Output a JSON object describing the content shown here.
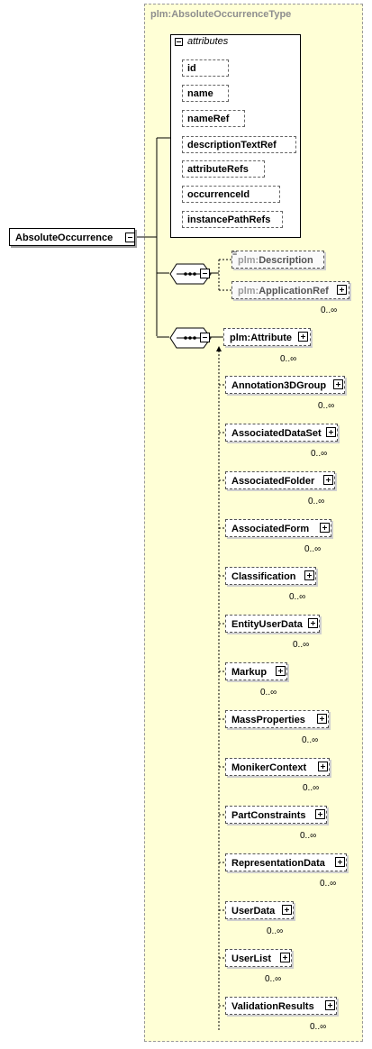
{
  "type_name": "plm:AbsoluteOccurrenceType",
  "root_element": "AbsoluteOccurrence",
  "attributes": {
    "header": "attributes",
    "items": [
      "id",
      "name",
      "nameRef",
      "descriptionTextRef",
      "attributeRefs",
      "occurrenceId",
      "instancePathRefs"
    ]
  },
  "sequence1": {
    "children": [
      {
        "prefix": "plm:",
        "name": "Description",
        "occurrence": ""
      },
      {
        "prefix": "plm:",
        "name": "ApplicationRef",
        "occurrence": "0..∞"
      }
    ]
  },
  "sequence2": {
    "head": {
      "name": "plm:Attribute",
      "occurrence": "0..∞"
    },
    "substitutions": [
      {
        "name": "Annotation3DGroup",
        "occurrence": "0..∞"
      },
      {
        "name": "AssociatedDataSet",
        "occurrence": "0..∞"
      },
      {
        "name": "AssociatedFolder",
        "occurrence": "0..∞"
      },
      {
        "name": "AssociatedForm",
        "occurrence": "0..∞"
      },
      {
        "name": "Classification",
        "occurrence": "0..∞"
      },
      {
        "name": "EntityUserData",
        "occurrence": "0..∞"
      },
      {
        "name": "Markup",
        "occurrence": "0..∞"
      },
      {
        "name": "MassProperties",
        "occurrence": "0..∞"
      },
      {
        "name": "MonikerContext",
        "occurrence": "0..∞"
      },
      {
        "name": "PartConstraints",
        "occurrence": "0..∞"
      },
      {
        "name": "RepresentationData",
        "occurrence": "0..∞"
      },
      {
        "name": "UserData",
        "occurrence": "0..∞"
      },
      {
        "name": "UserList",
        "occurrence": "0..∞"
      },
      {
        "name": "ValidationResults",
        "occurrence": "0..∞"
      }
    ]
  }
}
